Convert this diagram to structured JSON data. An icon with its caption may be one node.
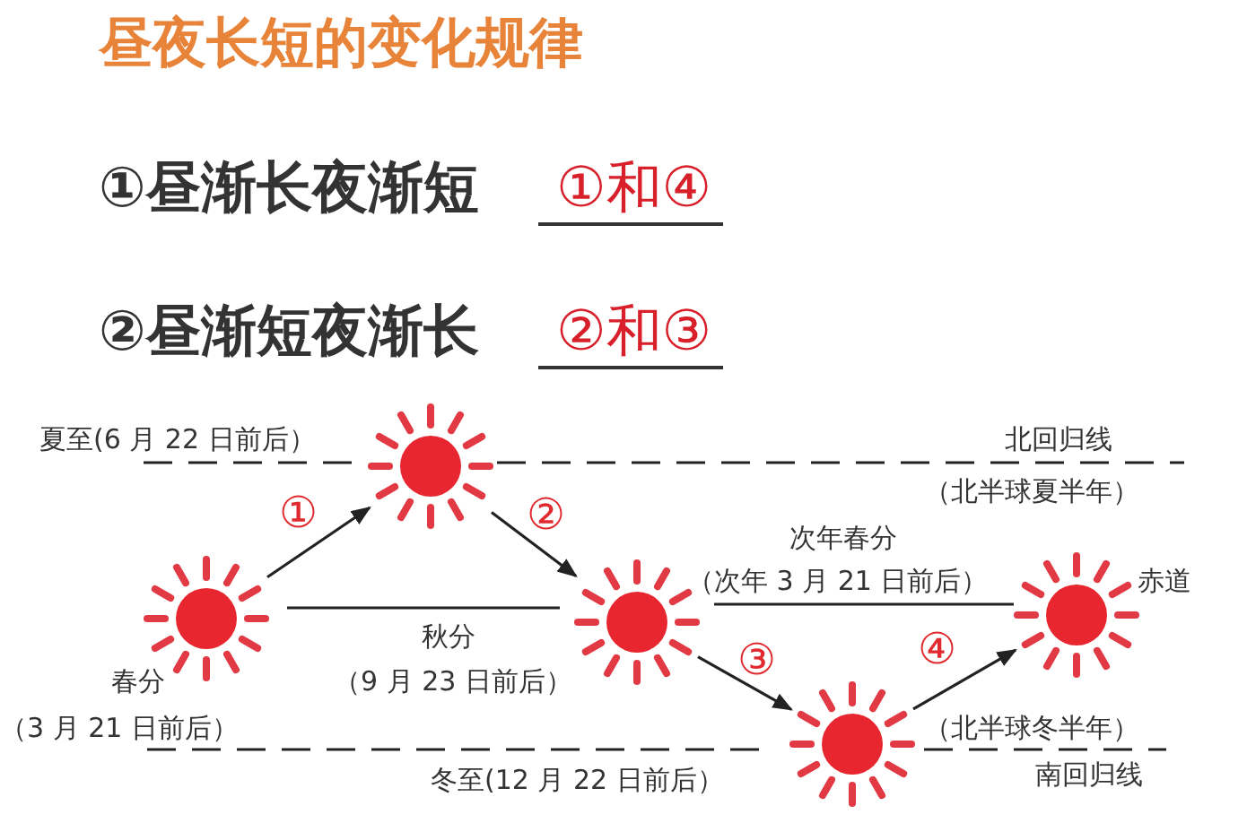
{
  "diagram": {
    "title": "昼夜长短的变化规律",
    "nodes": [
      {
        "text": [],
        "shape": "circle",
        "beside": [
          "春分",
          "（3 月 21 日前后）"
        ]
      },
      {
        "text": [],
        "shape": "circle",
        "beside": [
          "夏至(6 月 22 日前后）"
        ]
      },
      {
        "text": [],
        "shape": "circle",
        "beside": [
          "秋分",
          "（9 月 23 日前后）"
        ]
      },
      {
        "text": [],
        "shape": "circle",
        "beside": [
          "冬至(12 月 22 日前后）"
        ]
      },
      {
        "text": [],
        "shape": "circle",
        "beside": [
          "次年春分",
          "（次年 3 月 21 日前后）"
        ]
      }
    ],
    "edges": [
      {
        "from": 0,
        "to": 1,
        "arrow": "to",
        "label": "①"
      },
      {
        "from": 1,
        "to": 2,
        "arrow": "to",
        "label": "②"
      },
      {
        "from": 2,
        "to": 3,
        "arrow": "to",
        "label": "③"
      },
      {
        "from": 3,
        "to": 4,
        "arrow": "to",
        "label": "④"
      }
    ],
    "labels": [
      "①昼渐长夜渐短",
      "①和④",
      "②昼渐短夜渐长",
      "②和③",
      "北回归线",
      "（北半球夏半年）",
      "赤道",
      "（北半球冬半年）",
      "南回归线"
    ]
  }
}
